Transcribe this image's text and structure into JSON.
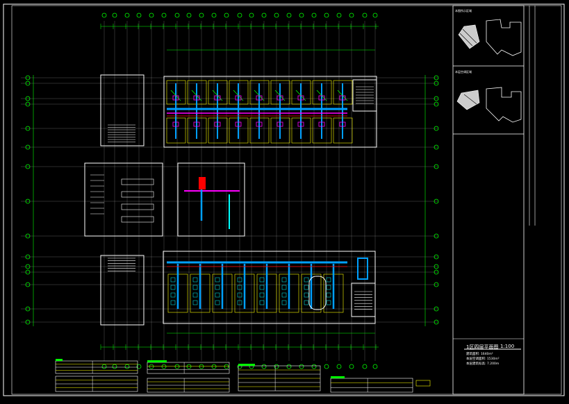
{
  "drawing": {
    "background": "#000000",
    "title": "1区四层平面图",
    "scale": "1:100",
    "notes": [
      "建筑面积: 1640m²",
      "本层空调面积: 1530m²",
      "本层建筑标高: 7.200m"
    ]
  },
  "colors": {
    "grid_axis": "#00ff00",
    "wall": "#ffffff",
    "room_outline": "#ffff00",
    "supply_duct": "#00a0ff",
    "return_duct": "#ff00ff",
    "pipe": "#ff0000",
    "cyan": "#00ffff",
    "frame": "#ffffff"
  },
  "key_plans": [
    {
      "label": "本图所示区域"
    },
    {
      "label": "本层空调区域"
    }
  ]
}
